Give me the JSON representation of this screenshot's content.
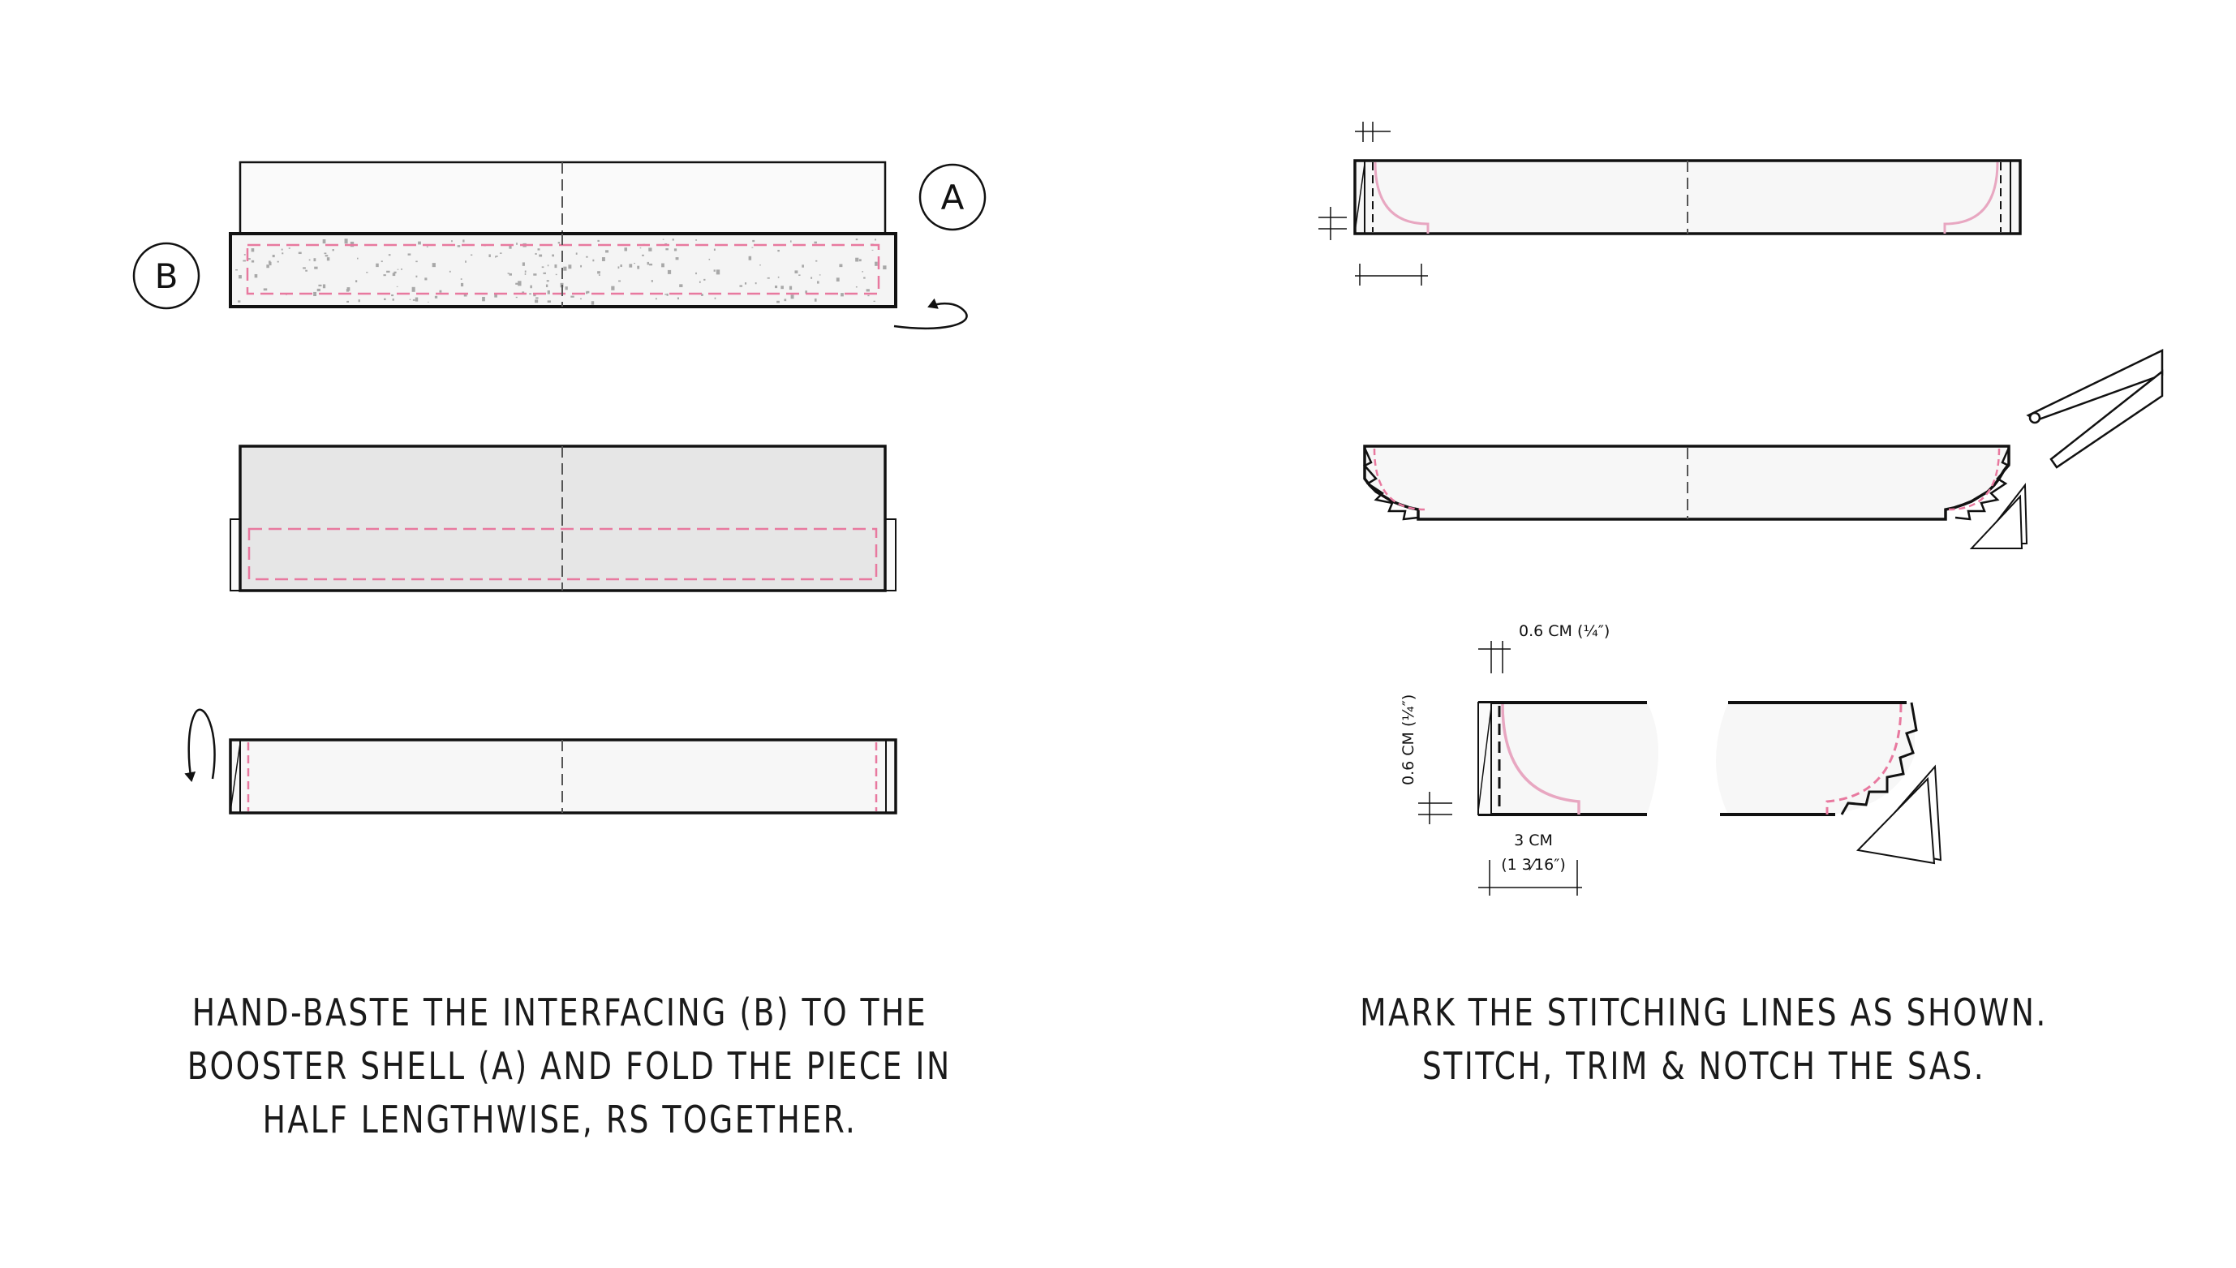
{
  "labels": {
    "a": "A",
    "b": "B"
  },
  "measurements": {
    "top_seam": "0.6 CM (¼″)",
    "side_seam": "0.6 CM (¼″)",
    "curve_width_cm": "3 CM",
    "curve_width_in": "(1 3⁄16″)"
  },
  "captions": {
    "left": [
      "HAND-BASTE THE INTERFACING (B) TO THE",
      "BOOSTER SHELL (A) AND FOLD THE PIECE IN",
      "HALF LENGTHWISE, RS TOGETHER."
    ],
    "right": [
      "MARK THE STITCHING LINES AS SHOWN.",
      "STITCH, TRIM & NOTCH THE SAS."
    ]
  },
  "colors": {
    "outline": "#111111",
    "fabric": "#f7f7f7",
    "fabric_shaded": "#e6e6e6",
    "stitch": "#e8799f",
    "interfacing_speckle": "#a8a8a8"
  }
}
